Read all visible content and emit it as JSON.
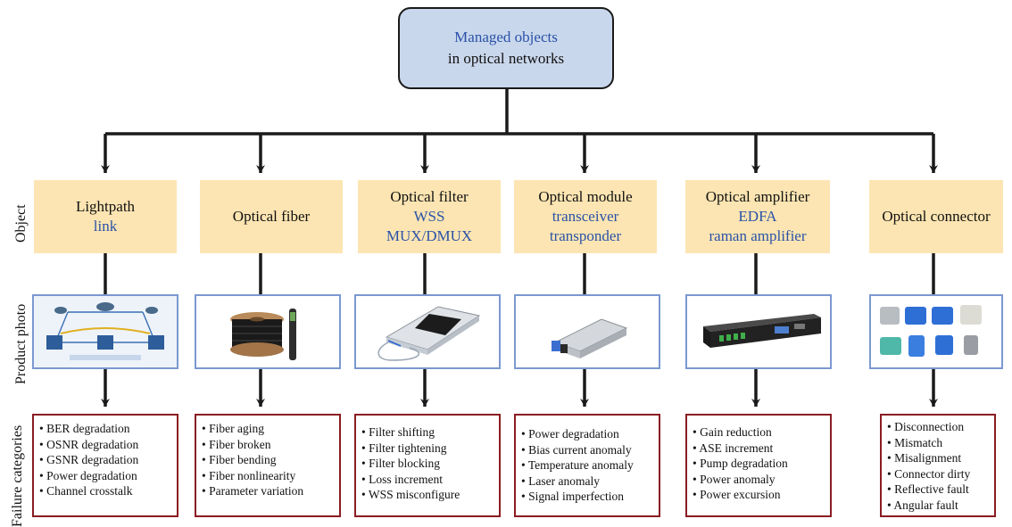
{
  "root": {
    "line1": "Managed objects",
    "line2": "in optical networks"
  },
  "row_labels": {
    "object": "Object",
    "photo": "Product photo",
    "failure": "Failure categories"
  },
  "colors": {
    "root_fill": "#c9d7ec",
    "object_fill": "#fce5b2",
    "photo_border": "#7b98cf",
    "failure_border": "#8a1c22",
    "accent_text": "#2a52a8"
  },
  "objects": [
    {
      "title": "Lightpath",
      "sub": [
        "link"
      ],
      "photo_icon": "lightpath-network-diagram",
      "failures": [
        "BER degradation",
        "OSNR degradation",
        "GSNR degradation",
        "Power degradation",
        "Channel crosstalk"
      ]
    },
    {
      "title": "Optical fiber",
      "sub": [],
      "photo_icon": "fiber-cable-spool",
      "failures": [
        "Fiber aging",
        "Fiber broken",
        "Fiber bending",
        "Fiber nonlinearity",
        "Parameter variation"
      ]
    },
    {
      "title": "Optical filter",
      "sub": [
        "WSS",
        "MUX/DMUX"
      ],
      "photo_icon": "wss-module",
      "failures": [
        "Filter shifting",
        "Filter tightening",
        "Filter blocking",
        "Loss increment",
        "WSS misconfigure"
      ]
    },
    {
      "title": "Optical module",
      "sub": [
        "transceiver",
        "transponder"
      ],
      "photo_icon": "sfp-transceiver",
      "failures": [
        "Power degradation",
        "Bias current anomaly",
        "Temperature anomaly",
        "Laser anomaly",
        "Signal imperfection"
      ]
    },
    {
      "title": "Optical amplifier",
      "sub": [
        "EDFA",
        "raman amplifier"
      ],
      "photo_icon": "rack-amplifier",
      "failures": [
        "Gain reduction",
        "ASE increment",
        "Pump degradation",
        "Power anomaly",
        "Power excursion"
      ]
    },
    {
      "title": "Optical connector",
      "sub": [],
      "photo_icon": "fiber-connectors",
      "failures": [
        "Disconnection",
        "Mismatch",
        "Misalignment",
        "Connector dirty",
        "Reflective fault",
        "Angular fault"
      ]
    }
  ]
}
